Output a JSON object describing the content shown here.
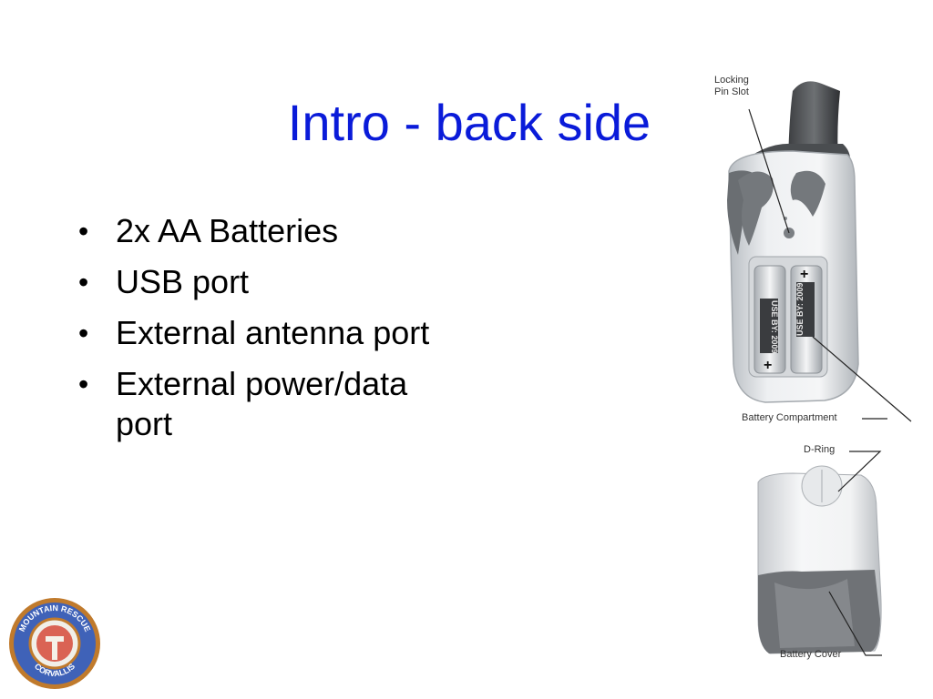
{
  "slide": {
    "title": "Intro - back side",
    "bullets": [
      "2x AA Batteries",
      "USB port",
      "External antenna port",
      "External power/data port"
    ]
  },
  "figure": {
    "labels": {
      "locking_pin_slot": [
        "Locking",
        "Pin Slot"
      ],
      "battery_compartment": "Battery Compartment",
      "d_ring": "D-Ring",
      "battery_cover": "Battery Cover"
    },
    "battery_text": [
      "USE BY: 2009",
      "USE BY: 2009"
    ]
  },
  "logo": {
    "text_top": "MOUNTAIN RESCUE",
    "text_bottom": "CORVALLIS"
  },
  "colors": {
    "title": "#0a1bd9",
    "logo_ring": "#c07a2c",
    "logo_field": "#3f62b8"
  }
}
